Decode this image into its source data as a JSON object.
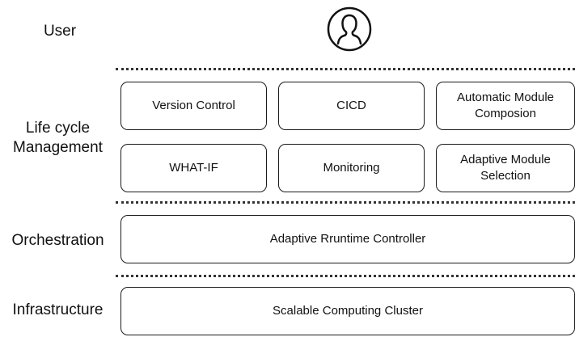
{
  "layers": {
    "user": "User",
    "lifecycle_line1": "Life cycle",
    "lifecycle_line2": "Management",
    "orchestration": "Orchestration",
    "infrastructure": "Infrastructure"
  },
  "lifecycle": {
    "version_control": "Version Control",
    "cicd": "CICD",
    "automatic_module_composion": "Automatic Module Composion",
    "what_if": "WHAT-IF",
    "monitoring": "Monitoring",
    "adaptive_module_selection": "Adaptive Module Selection"
  },
  "orchestration": {
    "controller": "Adaptive Rruntime Controller"
  },
  "infrastructure": {
    "cluster": "Scalable Computing Cluster"
  },
  "icons": {
    "user": "user-icon"
  }
}
